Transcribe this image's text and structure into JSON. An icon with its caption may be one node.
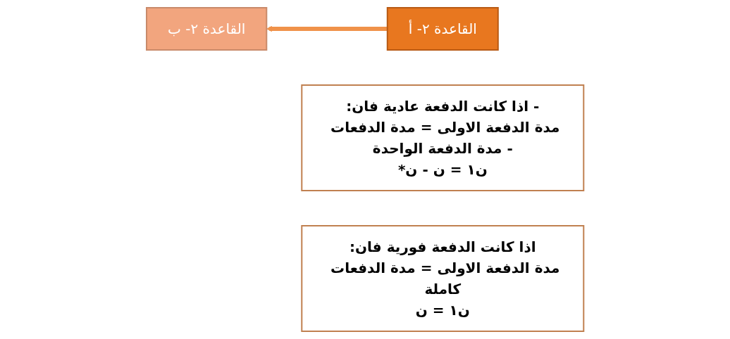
{
  "diagram": {
    "nodes": [
      {
        "text": [
          "القاعدة ٢- أ"
        ]
      },
      {
        "text": [
          "- اذا كانت الدفعة عادية فان:",
          "مدة الدفعة الاولى = مدة الدفعات - مدة الدفعة الواحدة",
          "ن١ = ن - ن*"
        ]
      },
      {
        "text": [
          "القاعدة ٢- ب"
        ]
      },
      {
        "text": [
          "اذا كانت الدفعة فورية فان:",
          "مدة الدفعة الاولى = مدة الدفعات كاملة",
          "ن١ = ن"
        ]
      }
    ],
    "edges": [
      {
        "from": 0,
        "to": 2,
        "arrow": "to"
      }
    ]
  }
}
